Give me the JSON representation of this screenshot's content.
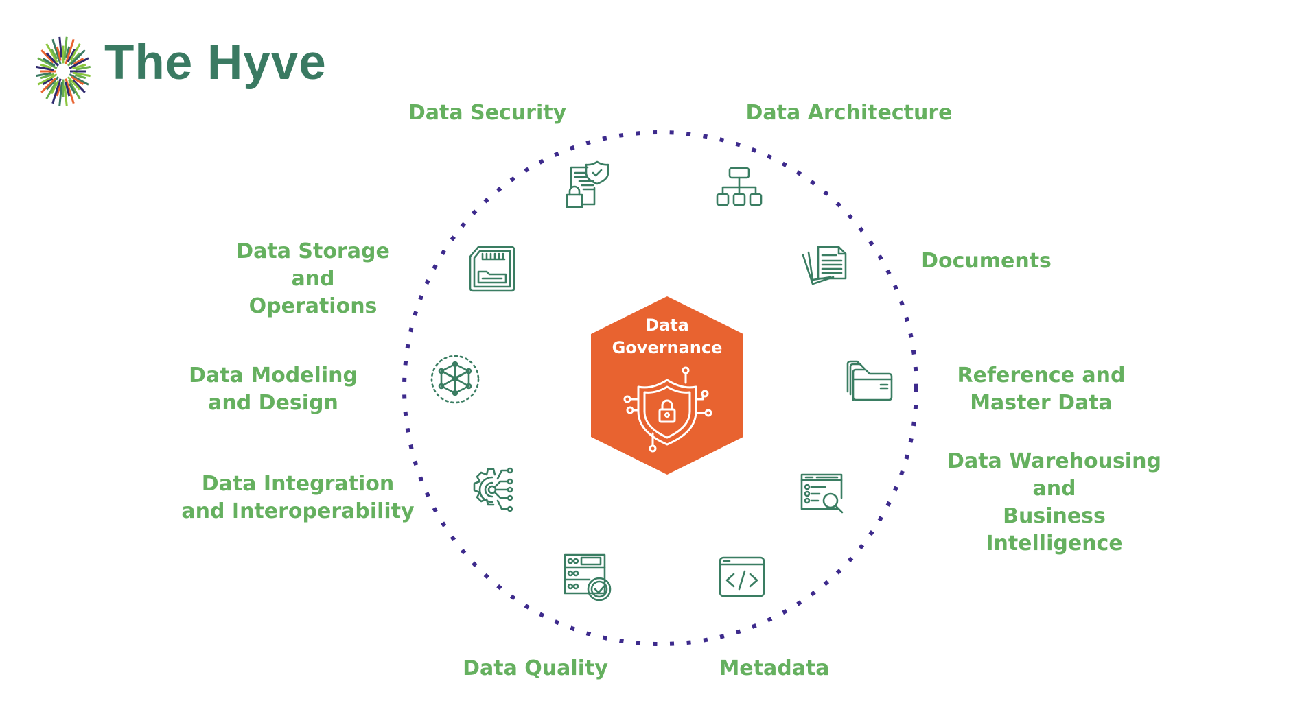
{
  "brand": {
    "name": "The Hyve"
  },
  "center": {
    "title": "Data\nGovernance",
    "icon": "shield-lock-circuit-icon"
  },
  "colors": {
    "brand_green": "#3a7a62",
    "label_green": "#65b05f",
    "hex_orange": "#e86330",
    "ring_dots": "#3d2a8c",
    "icon_green": "#3a7d62"
  },
  "areas": [
    {
      "label": "Data Security",
      "icon": "security-document-icon"
    },
    {
      "label": "Data Architecture",
      "icon": "hierarchy-icon"
    },
    {
      "label": "Documents",
      "icon": "documents-icon"
    },
    {
      "label": "Reference and\nMaster Data",
      "icon": "folders-icon"
    },
    {
      "label": "Data Warehousing and\nBusiness Intelligence",
      "icon": "browser-search-icon"
    },
    {
      "label": "Metadata",
      "icon": "code-window-icon"
    },
    {
      "label": "Data Quality",
      "icon": "server-check-icon"
    },
    {
      "label": "Data Integration\nand Interoperability",
      "icon": "gear-circuit-icon"
    },
    {
      "label": "Data Modeling\nand Design",
      "icon": "cube-network-icon"
    },
    {
      "label": "Data Storage\nand\nOperations",
      "icon": "sd-card-icon"
    }
  ]
}
